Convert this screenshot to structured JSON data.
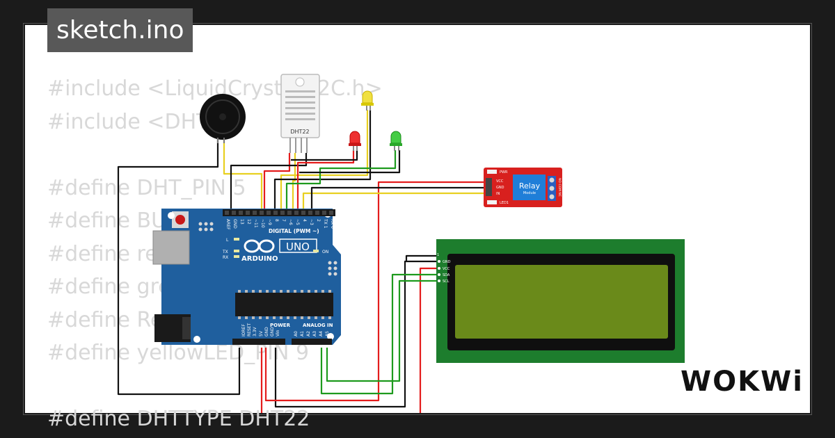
{
  "file_tab": "sketch.ino",
  "code_lines": [
    "#include <LiquidCrystal_I2C.h>",
    "#include <DHT.h>",
    "",
    "#define DHT_PIN 5",
    "#define BUZZER_PIN 8",
    "#define redLED_PIN 6",
    "#define greenLED_PIN 7",
    "#define RelayPIN 4",
    "#define yellowLED_PIN 9",
    "",
    "#define DHTTYPE DHT22"
  ],
  "brand": "WOKWi",
  "components": {
    "dht": "DHT22",
    "relay": {
      "title": "Relay",
      "subtitle": "Module",
      "pins": [
        "VCC",
        "GND",
        "IN"
      ],
      "pwr": "PWR",
      "led": "LED1",
      "side": "NO COM NC"
    },
    "arduino": {
      "model": "UNO",
      "brand": "ARDUINO",
      "digital_label": "DIGITAL (PWM ~)",
      "power_label": "POWER",
      "analog_label": "ANALOG IN",
      "on_label": "ON",
      "l": "L",
      "tx": "TX",
      "rx": "RX",
      "digital_pins": [
        "AREF",
        "GND",
        "13",
        "12",
        "~11",
        "~10",
        "~9",
        "8",
        "7",
        "~6",
        "~5",
        "4",
        "~3",
        "2",
        "TX 1",
        "RX 0"
      ],
      "power_pins": [
        "IOREF",
        "RESET",
        "3.3V",
        "5V",
        "GND",
        "GND",
        "Vin"
      ],
      "analog_pins": [
        "A0",
        "A1",
        "A2",
        "A3",
        "A4",
        "A5"
      ]
    },
    "lcd": {
      "pins": [
        "GND",
        "VCC",
        "SDA",
        "SCL"
      ],
      "pin1": "1"
    }
  },
  "colors": {
    "background": "#1b1b1b",
    "card": "#ffffff",
    "tab": "#585858",
    "code_text": "#d8d8d8",
    "board": "#1f5f9e",
    "lcd_pcb": "#1d7d2d",
    "lcd_screen": "#6a8a1a",
    "relay": "#d8201e",
    "wire_black": "#111111",
    "wire_red": "#e41c1c",
    "wire_green": "#1d9a1d",
    "wire_yellow": "#e8d020"
  }
}
